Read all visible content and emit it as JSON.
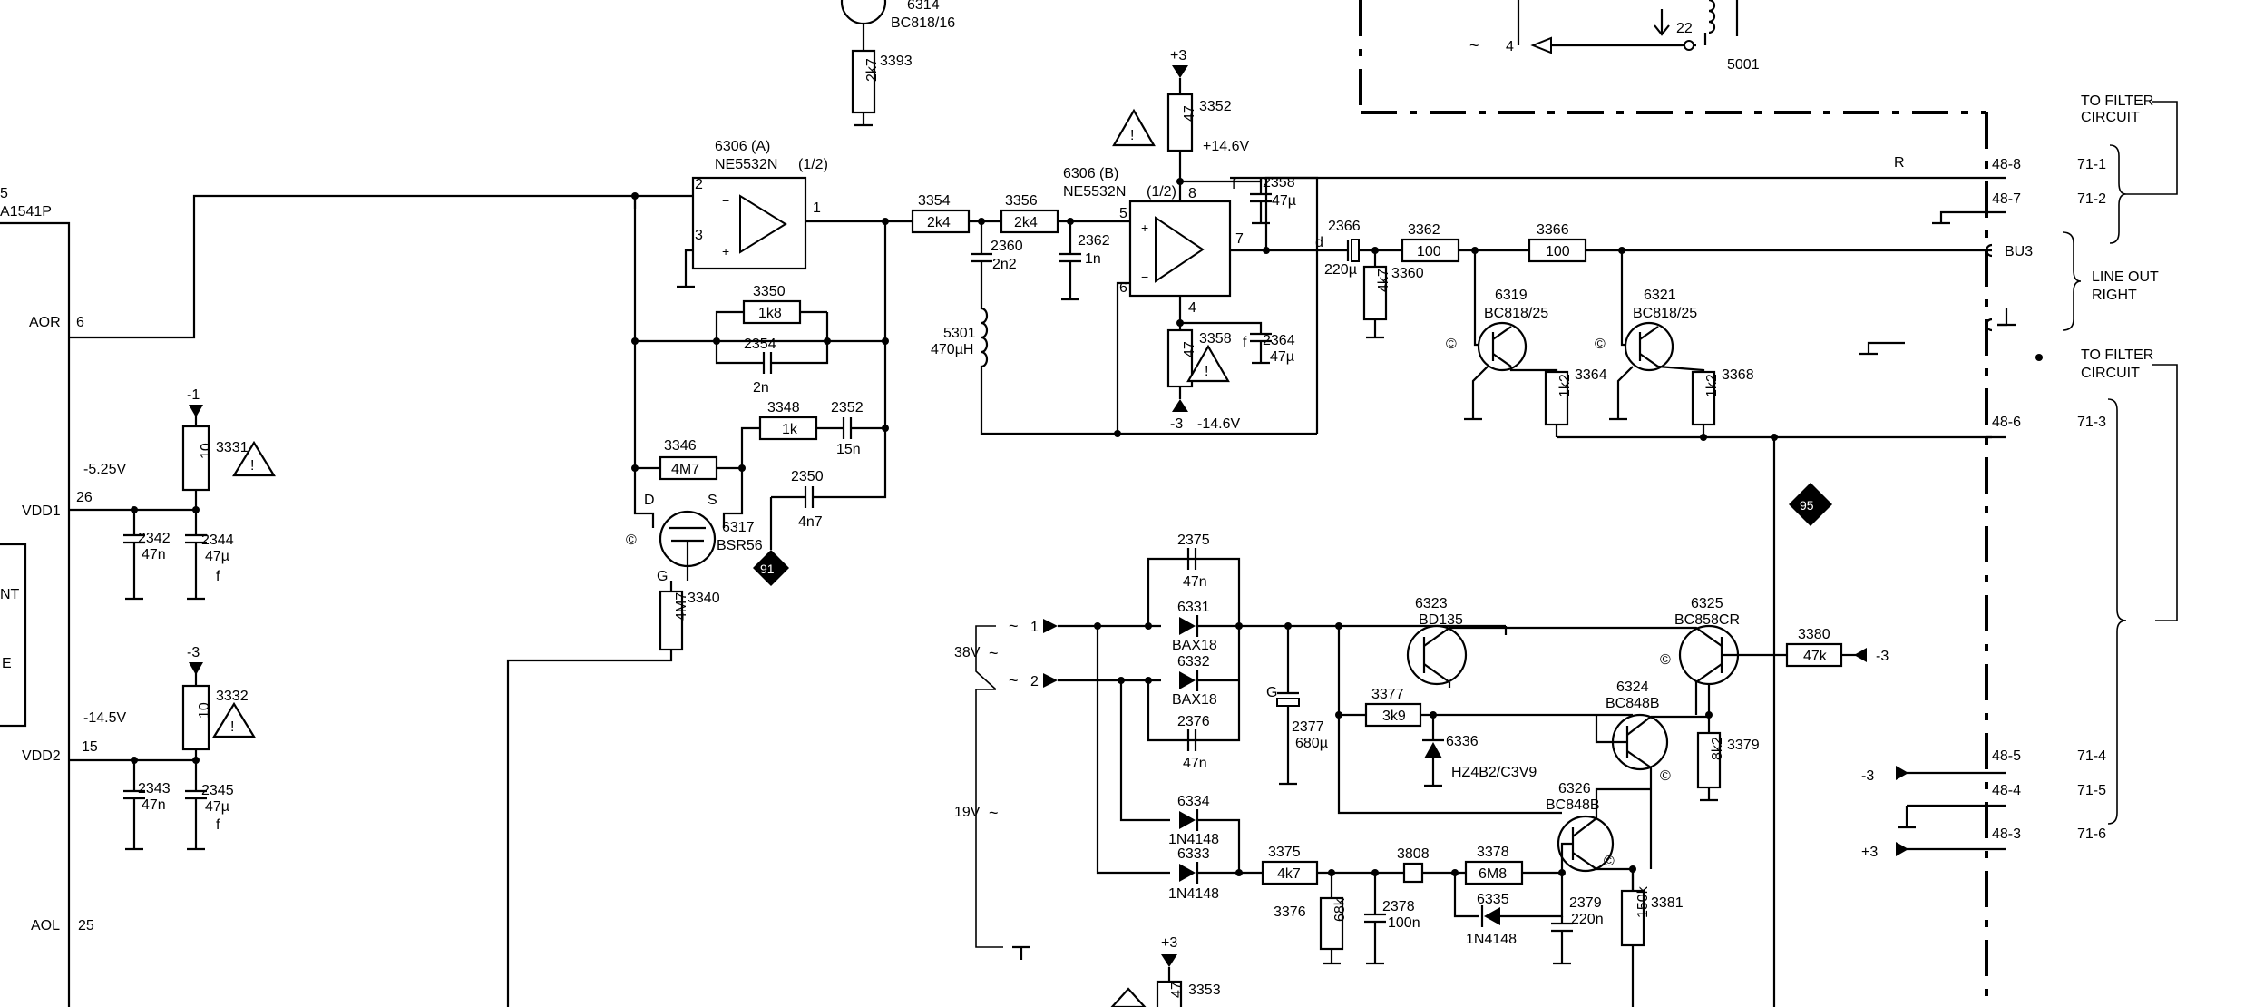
{
  "ic_left": {
    "ref_partial": "5",
    "type_partial": "A1541P",
    "pins": [
      {
        "name": "AOR",
        "num": "6"
      },
      {
        "name": "VDD1",
        "num": "26"
      },
      {
        "name": "VDD2",
        "num": "15"
      },
      {
        "name": "AOL",
        "num": "25"
      }
    ],
    "side_text": [
      "NT",
      "E"
    ]
  },
  "rails": {
    "v1": "-5.25V",
    "v2": "-14.5V",
    "p14": "+14.6V",
    "m14": "-14.6V",
    "plus3": "+3",
    "minus3": "-3",
    "minus1": "-1"
  },
  "opamp_a": {
    "ref": "6306 (A)",
    "type": "NE5532N",
    "half": "(1/2)",
    "pins": [
      "2",
      "3",
      "1"
    ]
  },
  "opamp_b": {
    "ref": "6306 (B)",
    "type": "NE5532N",
    "half": "(1/2)",
    "pins": [
      "5",
      "6",
      "7",
      "8",
      "4"
    ]
  },
  "resistors": {
    "r3393": {
      "ref": "3393",
      "val": "2k7"
    },
    "r3352": {
      "ref": "3352",
      "val": "47"
    },
    "r3354": {
      "ref": "3354",
      "val": "2k4"
    },
    "r3356": {
      "ref": "3356",
      "val": "2k4"
    },
    "r3350": {
      "ref": "3350",
      "val": "1k8"
    },
    "r3348": {
      "ref": "3348",
      "val": "1k"
    },
    "r3346": {
      "ref": "3346",
      "val": "4M7"
    },
    "r3340": {
      "ref": "3340",
      "val": "4M7"
    },
    "r3331": {
      "ref": "3331",
      "val": "10"
    },
    "r3332": {
      "ref": "3332",
      "val": "10"
    },
    "r3362": {
      "ref": "3362",
      "val": "100"
    },
    "r3366": {
      "ref": "3366",
      "val": "100"
    },
    "r3360": {
      "ref": "3360",
      "val": "4k7"
    },
    "r3358": {
      "ref": "3358",
      "val": "47"
    },
    "r3364": {
      "ref": "3364",
      "val": "1k2"
    },
    "r3368": {
      "ref": "3368",
      "val": "1k2"
    },
    "r3380": {
      "ref": "3380",
      "val": "47k"
    },
    "r3377": {
      "ref": "3377",
      "val": "3k9"
    },
    "r3379": {
      "ref": "3379",
      "val": "8k2"
    },
    "r3375": {
      "ref": "3375",
      "val": "4k7"
    },
    "r3376": {
      "ref": "3376",
      "val": "68k"
    },
    "r3378": {
      "ref": "3378",
      "val": "6M8"
    },
    "r3381": {
      "ref": "3381",
      "val": "150k"
    },
    "r3353": {
      "ref": "3353",
      "val": "47"
    },
    "r3808": {
      "ref": "3808"
    }
  },
  "capacitors": {
    "c2354": {
      "ref": "2354",
      "val": "2n"
    },
    "c2352": {
      "ref": "2352",
      "val": "15n"
    },
    "c2350": {
      "ref": "2350",
      "val": "4n7"
    },
    "c2360": {
      "ref": "2360",
      "val": "2n2"
    },
    "c2362": {
      "ref": "2362",
      "val": "1n"
    },
    "c2358": {
      "ref": "2358",
      "val": "47µ"
    },
    "c2364": {
      "ref": "2364",
      "val": "47µ"
    },
    "c2366": {
      "ref": "2366",
      "val": "220µ"
    },
    "c2342": {
      "ref": "2342",
      "val": "47n"
    },
    "c2344": {
      "ref": "2344",
      "val": "47µ"
    },
    "c2343": {
      "ref": "2343",
      "val": "47n"
    },
    "c2345": {
      "ref": "2345",
      "val": "47µ"
    },
    "c2375": {
      "ref": "2375",
      "val": "47n"
    },
    "c2376": {
      "ref": "2376",
      "val": "47n"
    },
    "c2377": {
      "ref": "2377",
      "val": "680µ"
    },
    "c2378": {
      "ref": "2378",
      "val": "100n"
    },
    "c2379": {
      "ref": "2379",
      "val": "220n"
    }
  },
  "inductor": {
    "ref": "5301",
    "val": "470µH"
  },
  "transistors": {
    "t6314": {
      "ref": "6314",
      "type": "BC818/16"
    },
    "t6317": {
      "ref": "6317",
      "type": "BSR56",
      "d": "D",
      "s": "S",
      "g": "G"
    },
    "t6319": {
      "ref": "6319",
      "type": "BC818/25"
    },
    "t6321": {
      "ref": "6321",
      "type": "BC818/25"
    },
    "t6323": {
      "ref": "6323",
      "type": "BD135"
    },
    "t6325": {
      "ref": "6325",
      "type": "BC858CR"
    },
    "t6324": {
      "ref": "6324",
      "type": "BC848B"
    },
    "t6326": {
      "ref": "6326",
      "type": "BC848B"
    }
  },
  "diodes": {
    "d6331": {
      "ref": "6331",
      "type": "BAX18"
    },
    "d6332": {
      "ref": "6332",
      "type": "BAX18"
    },
    "d6334": {
      "ref": "6334",
      "type": "1N4148"
    },
    "d6333": {
      "ref": "6333",
      "type": "1N4148"
    },
    "d6335": {
      "ref": "6335",
      "type": "1N4148"
    },
    "d6336": {
      "ref": "6336",
      "type": "HZ4B2/C3V9"
    }
  },
  "marks": {
    "c": "©",
    "f": "f",
    "d": "d",
    "g": "G",
    "tri": "!"
  },
  "test_points": [
    "91",
    "95"
  ],
  "transformer": {
    "ref": "5001",
    "pin22": "22",
    "pin4": "4",
    "tilde": "~"
  },
  "ac_inputs": {
    "in1": "1",
    "in2": "2",
    "v38": "38V",
    "v19": "19V",
    "tilde": "~"
  },
  "connector": {
    "pins": [
      "48-8",
      "48-7",
      "48-6",
      "48-5",
      "48-4",
      "48-3"
    ],
    "outs": [
      "71-1",
      "71-2",
      "71-3",
      "71-4",
      "71-5",
      "71-6"
    ],
    "r_label": "R",
    "bu3": "BU3"
  },
  "labels": {
    "filter1": [
      "TO FILTER",
      "CIRCUIT"
    ],
    "lineout": [
      "LINE OUT",
      "RIGHT"
    ],
    "filter2": [
      "TO FILTER",
      "CIRCUIT"
    ],
    "m3": "-3",
    "p3": "+3"
  }
}
